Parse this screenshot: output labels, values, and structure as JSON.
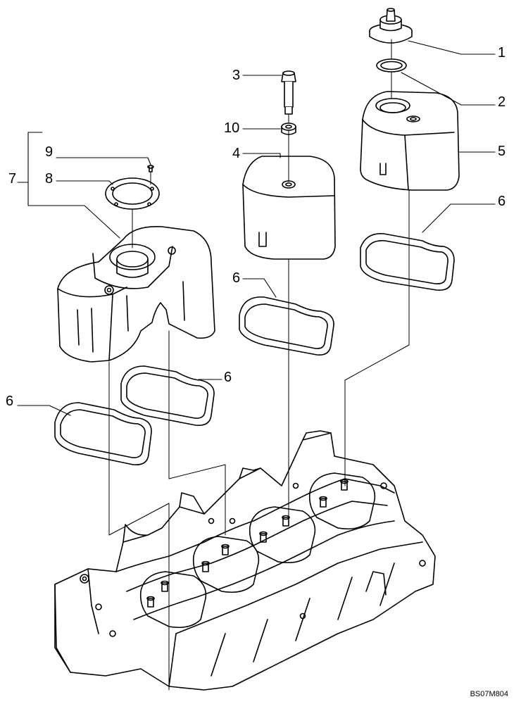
{
  "diagram": {
    "figure_code": "BS07M804",
    "callouts": [
      {
        "id": "c1",
        "text": "1"
      },
      {
        "id": "c2",
        "text": "2"
      },
      {
        "id": "c3",
        "text": "3"
      },
      {
        "id": "c4",
        "text": "4"
      },
      {
        "id": "c5",
        "text": "5"
      },
      {
        "id": "c6a",
        "text": "6"
      },
      {
        "id": "c6b",
        "text": "6"
      },
      {
        "id": "c6c",
        "text": "6"
      },
      {
        "id": "c6d",
        "text": "6"
      },
      {
        "id": "c7",
        "text": "7"
      },
      {
        "id": "c8",
        "text": "8"
      },
      {
        "id": "c9",
        "text": "9"
      },
      {
        "id": "c10",
        "text": "10"
      }
    ],
    "parts": [
      {
        "number": "1",
        "name": "filler-cap"
      },
      {
        "number": "2",
        "name": "o-ring"
      },
      {
        "number": "3",
        "name": "bolt"
      },
      {
        "number": "4",
        "name": "cylinder-head-cover"
      },
      {
        "number": "5",
        "name": "cylinder-head-cover"
      },
      {
        "number": "6",
        "name": "gasket"
      },
      {
        "number": "7",
        "name": "cylinder-head-cover-assembly"
      },
      {
        "number": "8",
        "name": "plate"
      },
      {
        "number": "9",
        "name": "screw"
      },
      {
        "number": "10",
        "name": "washer"
      }
    ]
  }
}
